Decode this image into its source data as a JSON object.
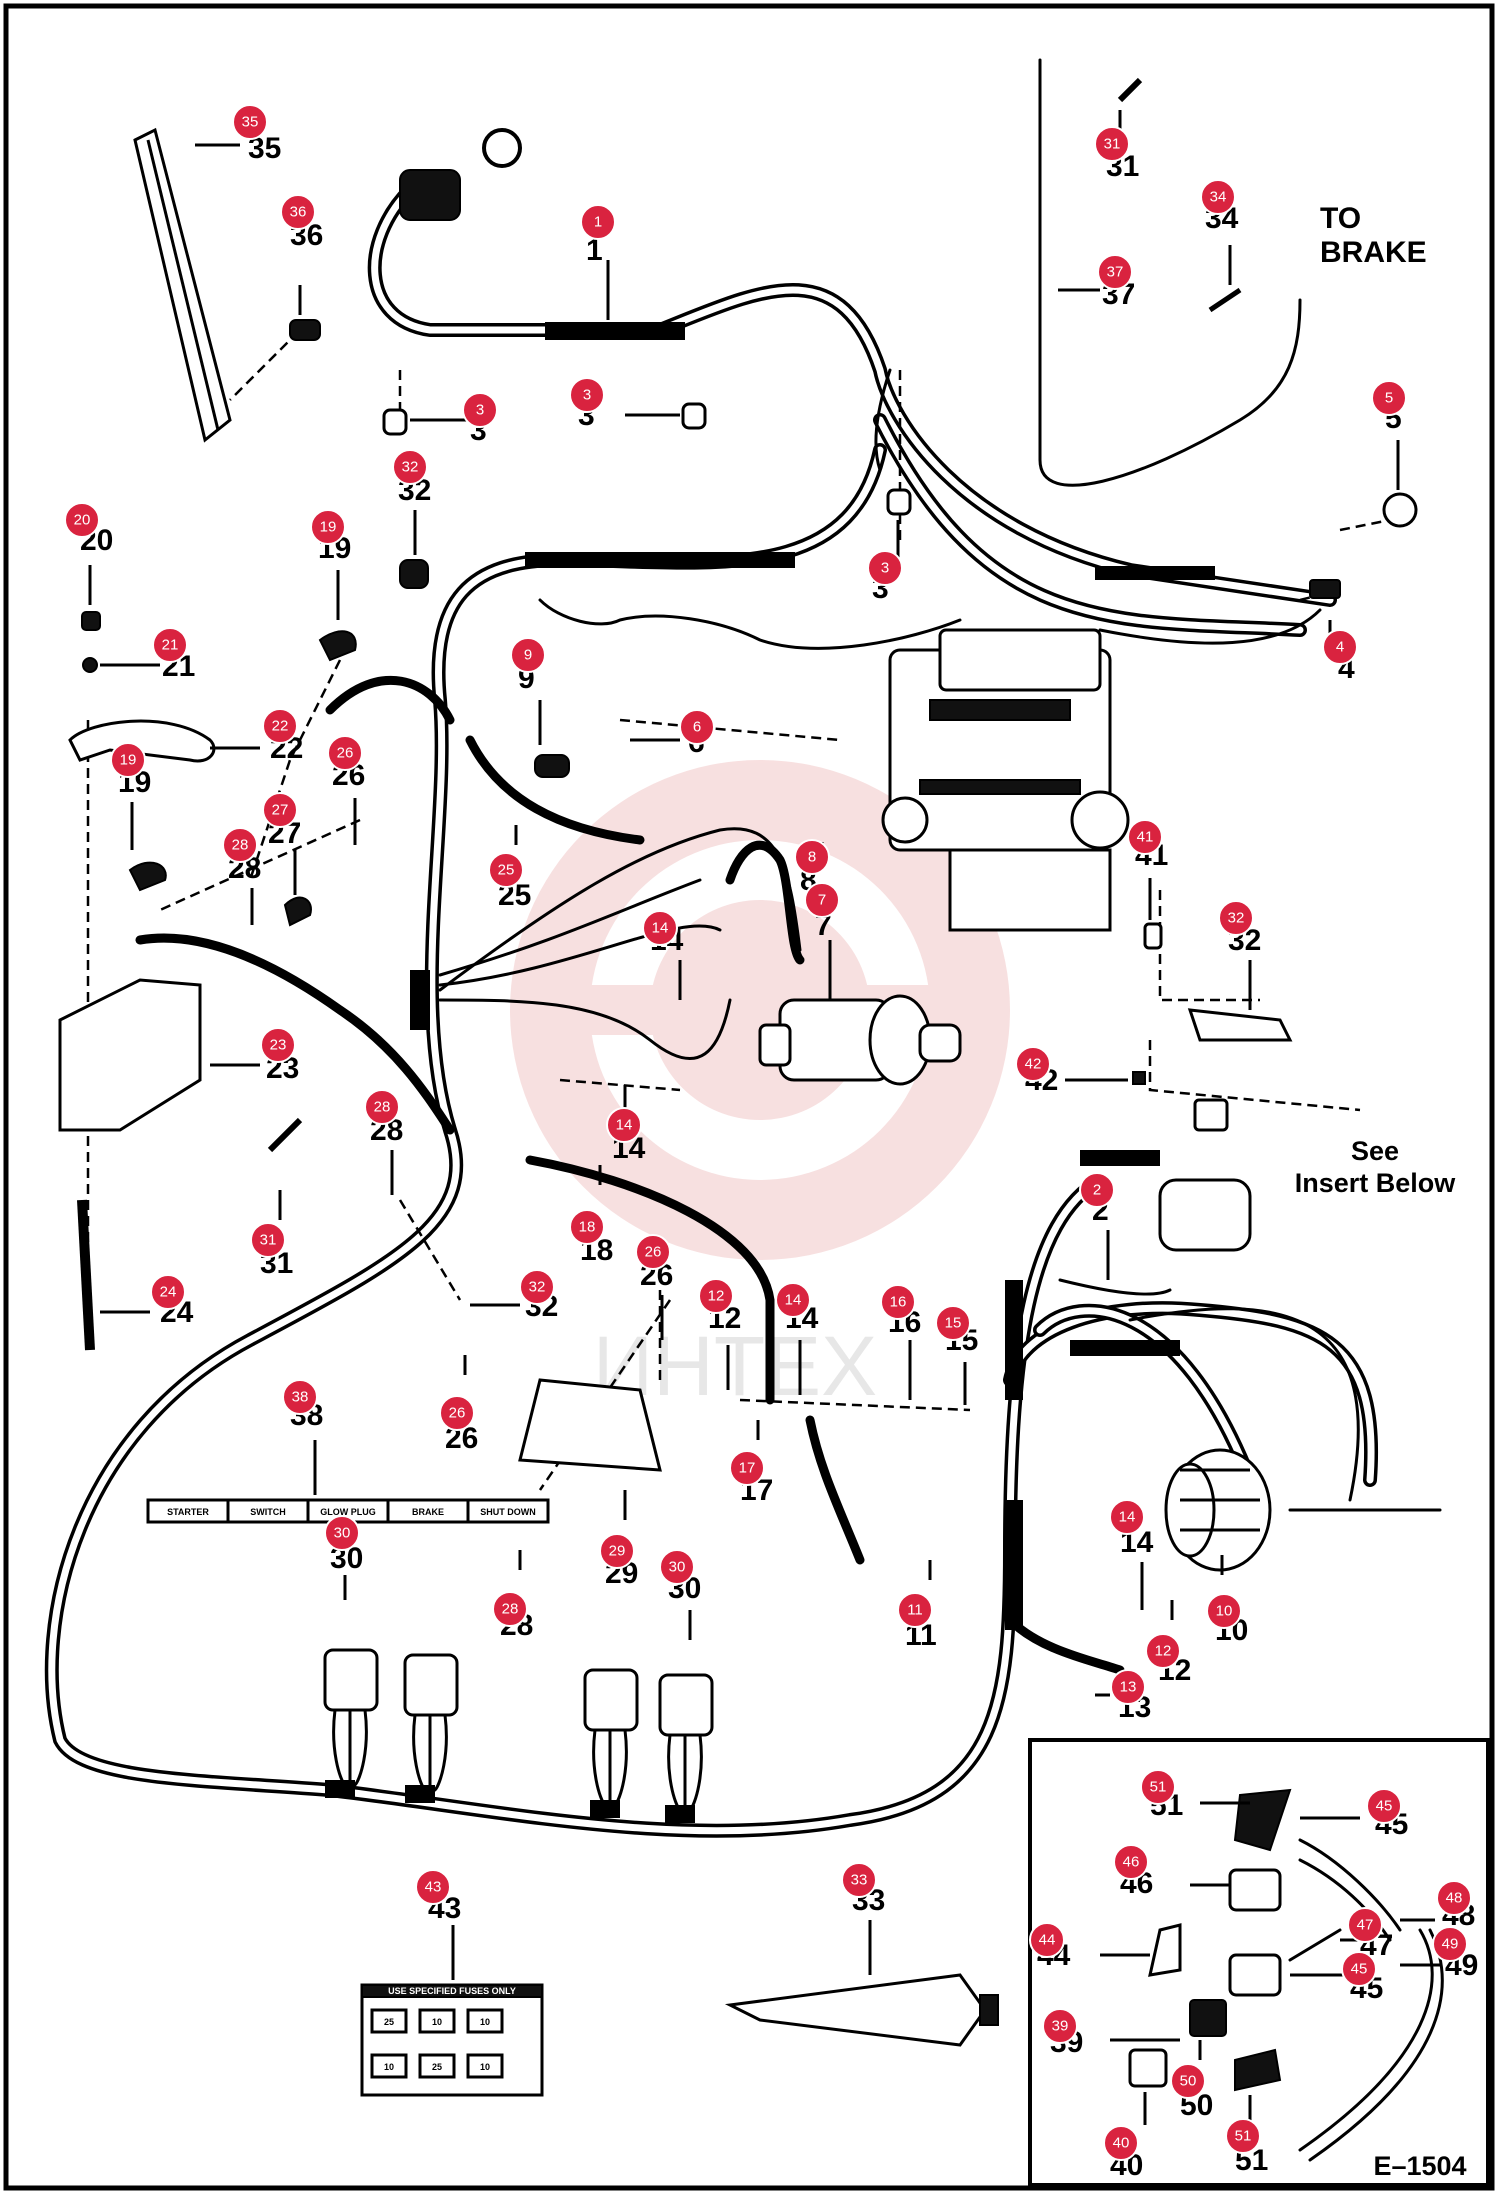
{
  "labels": {
    "to_brake_line1": "TO",
    "to_brake_line2": "BRAKE",
    "see_insert_line1": "See",
    "see_insert_line2": "Insert Below",
    "figure_code": "E–1504",
    "watermark": "ИНТЕХ"
  },
  "decal_38": [
    "STARTER",
    "SWITCH",
    "GLOW PLUG",
    "BRAKE",
    "SHUT DOWN"
  ],
  "decal_43": {
    "title": "USE SPECIFIED FUSES ONLY",
    "cells": [
      "25",
      "10",
      "10",
      "10",
      "25",
      "10"
    ]
  },
  "colors": {
    "badge": "#d9233f",
    "watermark": "#f2c7c7",
    "ink": "#000000"
  },
  "callouts": [
    {
      "n": "35"
    },
    {
      "n": "36"
    },
    {
      "n": "1"
    },
    {
      "n": "31"
    },
    {
      "n": "34"
    },
    {
      "n": "37"
    },
    {
      "n": "3"
    },
    {
      "n": "3"
    },
    {
      "n": "3"
    },
    {
      "n": "32"
    },
    {
      "n": "5"
    },
    {
      "n": "20"
    },
    {
      "n": "19"
    },
    {
      "n": "4"
    },
    {
      "n": "21"
    },
    {
      "n": "9"
    },
    {
      "n": "6"
    },
    {
      "n": "22"
    },
    {
      "n": "26"
    },
    {
      "n": "19"
    },
    {
      "n": "27"
    },
    {
      "n": "28"
    },
    {
      "n": "8"
    },
    {
      "n": "41"
    },
    {
      "n": "25"
    },
    {
      "n": "7"
    },
    {
      "n": "32"
    },
    {
      "n": "14"
    },
    {
      "n": "23"
    },
    {
      "n": "42"
    },
    {
      "n": "28"
    },
    {
      "n": "14"
    },
    {
      "n": "2"
    },
    {
      "n": "18"
    },
    {
      "n": "31"
    },
    {
      "n": "26"
    },
    {
      "n": "24"
    },
    {
      "n": "32"
    },
    {
      "n": "12"
    },
    {
      "n": "14"
    },
    {
      "n": "16"
    },
    {
      "n": "15"
    },
    {
      "n": "38"
    },
    {
      "n": "26"
    },
    {
      "n": "17"
    },
    {
      "n": "30"
    },
    {
      "n": "29"
    },
    {
      "n": "30"
    },
    {
      "n": "14"
    },
    {
      "n": "28"
    },
    {
      "n": "11"
    },
    {
      "n": "10"
    },
    {
      "n": "12"
    },
    {
      "n": "13"
    },
    {
      "n": "51"
    },
    {
      "n": "45"
    },
    {
      "n": "46"
    },
    {
      "n": "43"
    },
    {
      "n": "33"
    },
    {
      "n": "48"
    },
    {
      "n": "44"
    },
    {
      "n": "47"
    },
    {
      "n": "49"
    },
    {
      "n": "45"
    },
    {
      "n": "39"
    },
    {
      "n": "50"
    },
    {
      "n": "40"
    },
    {
      "n": "51"
    }
  ]
}
